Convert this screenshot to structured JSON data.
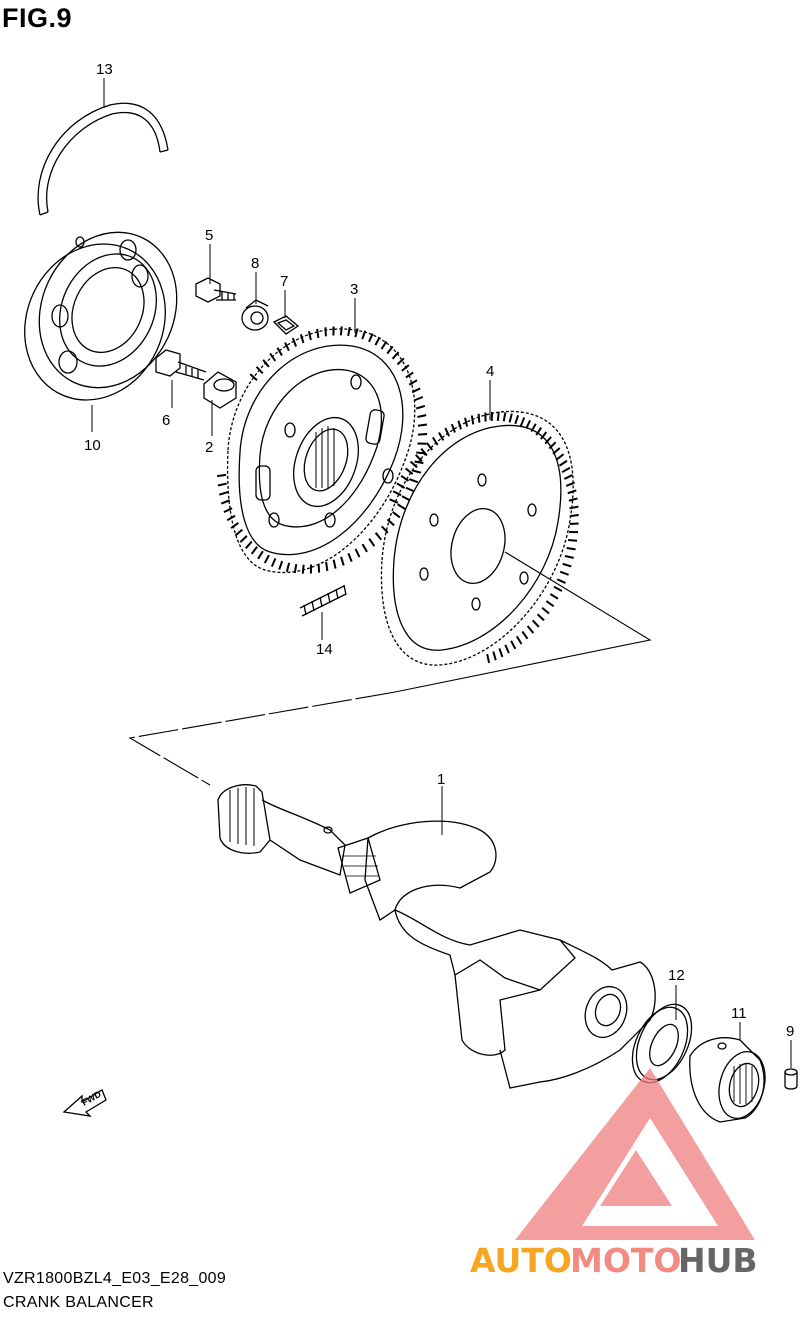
{
  "figure": {
    "title": "FIG.9"
  },
  "callouts": {
    "p1": "1",
    "p2": "2",
    "p3": "3",
    "p4": "4",
    "p5": "5",
    "p6": "6",
    "p7": "7",
    "p8": "8",
    "p9": "9",
    "p10": "10",
    "p11": "11",
    "p12": "12",
    "p13": "13",
    "p14": "14"
  },
  "fwd_label": "FWD",
  "footer": {
    "code": "VZR1800BZL4_E03_E28_009",
    "name": "CRANK BALANCER"
  },
  "watermark": {
    "part1": "AUTO",
    "part2": "MOTO",
    "part3": "HUB",
    "color1": "#f5a623",
    "color2": "#f28b82",
    "color3": "#666666",
    "logo_color": "#f08080"
  }
}
